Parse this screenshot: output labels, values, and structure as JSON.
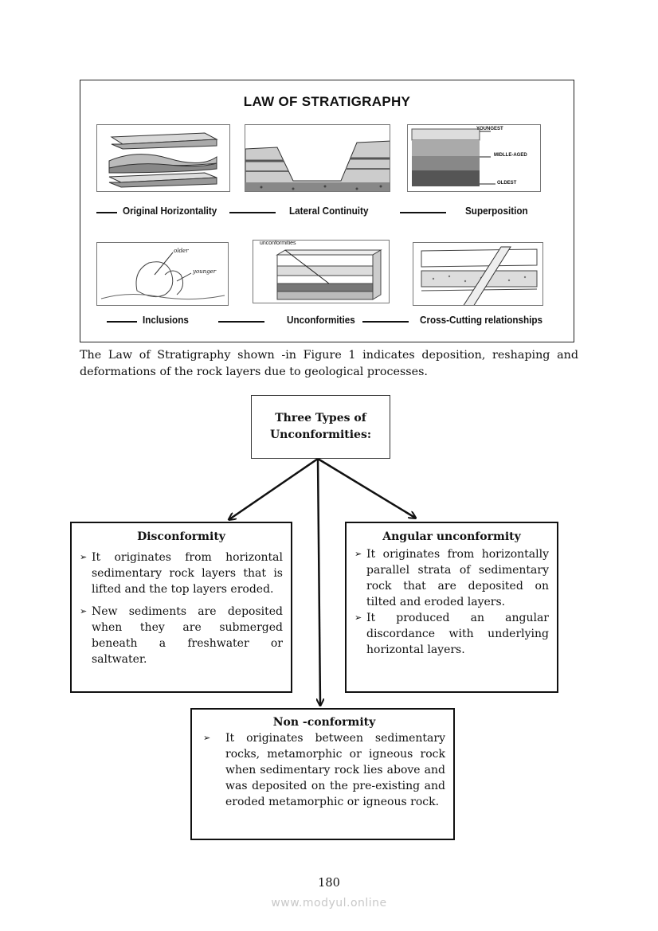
{
  "figure": {
    "title": "LAW OF STRATIGRAPHY",
    "labels": {
      "original_horizontality": "Original Horizontality",
      "lateral_continuity": "Lateral Continuity",
      "superposition": "Superposition",
      "inclusions": "Inclusions",
      "unconformities": "Unconformities",
      "cross_cutting": "Cross-Cutting relationships"
    },
    "annotations": {
      "youngest": "YOUNGEST",
      "middle_aged": "MIDLLE-AGED",
      "oldest": "OLDEST",
      "older": "older",
      "younger": "younger",
      "unconformities_small": "unconformities"
    }
  },
  "caption": "The Law of Stratigraphy shown -in Figure 1 indicates deposition, reshaping and deformations of the rock layers due to geological processes.",
  "diagram": {
    "root": {
      "line1": "Three Types of",
      "line2": "Unconformities:"
    },
    "disconformity": {
      "title": "Disconformity",
      "bullets": [
        "It originates from horizontal sedimentary rock layers that is lifted and the top layers eroded.",
        "New sediments are deposited when they are submerged beneath a freshwater or saltwater."
      ]
    },
    "angular": {
      "title": "Angular unconformity",
      "bullets": [
        "It originates from horizontally parallel strata of sedimentary rock that are deposited on tilted and eroded layers.",
        "It produced an angular discordance with underlying horizontal layers."
      ]
    },
    "nonconformity": {
      "title": "Non -conformity",
      "bullets": [
        "It originates between sedimentary rocks, metamorphic or igneous rock when sedimentary rock lies above and was deposited on the pre-existing and eroded metamorphic or igneous rock."
      ]
    },
    "bullet_symbol": "➢"
  },
  "page_number": "180",
  "watermark": "www.modyul.online"
}
